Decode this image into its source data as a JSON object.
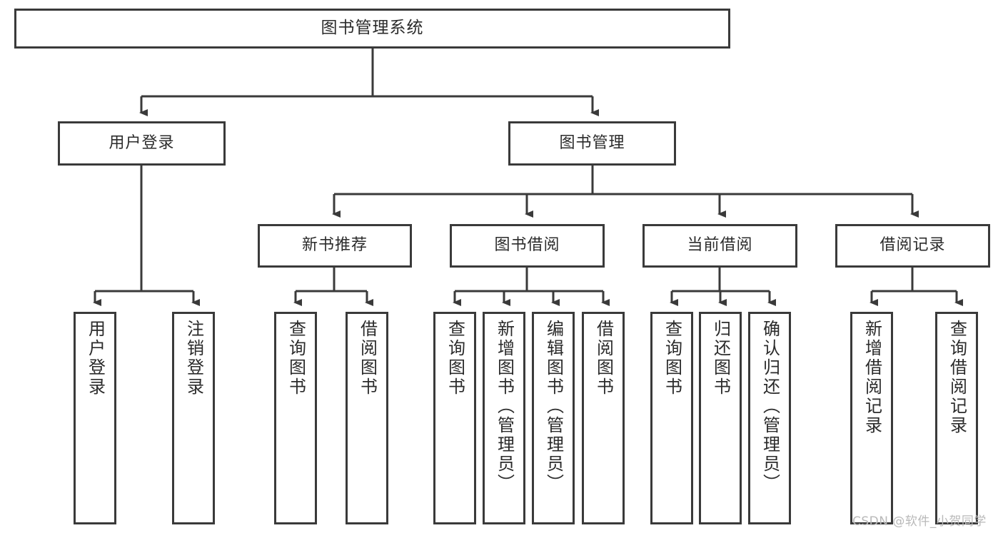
{
  "diagram": {
    "title": "图书管理系统",
    "root": {
      "label": "图书管理系统"
    },
    "level2": [
      {
        "label": "用户登录"
      },
      {
        "label": "图书管理"
      }
    ],
    "level3": [
      {
        "label": "新书推荐"
      },
      {
        "label": "图书借阅"
      },
      {
        "label": "当前借阅"
      },
      {
        "label": "借阅记录"
      }
    ],
    "leaves": {
      "user_login": [
        {
          "label": "用户登录"
        },
        {
          "label": "注销登录"
        }
      ],
      "new_book_recommend": [
        {
          "label": "查询图书"
        },
        {
          "label": "借阅图书"
        }
      ],
      "book_borrow": [
        {
          "label": "查询图书"
        },
        {
          "label": "新增图书（管理员）"
        },
        {
          "label": "编辑图书（管理员）"
        },
        {
          "label": "借阅图书"
        }
      ],
      "current_borrow": [
        {
          "label": "查询图书"
        },
        {
          "label": "归还图书"
        },
        {
          "label": "确认归还（管理员）"
        }
      ],
      "borrow_record": [
        {
          "label": "新增借阅记录"
        },
        {
          "label": "查询借阅记录"
        }
      ]
    }
  },
  "watermark": {
    "text": "CSDN @软件_小贺同学"
  },
  "colors": {
    "stroke": "#3a3a3a",
    "background": "#ffffff",
    "text": "#2b2b2b",
    "watermark": "#b9b9b9"
  }
}
